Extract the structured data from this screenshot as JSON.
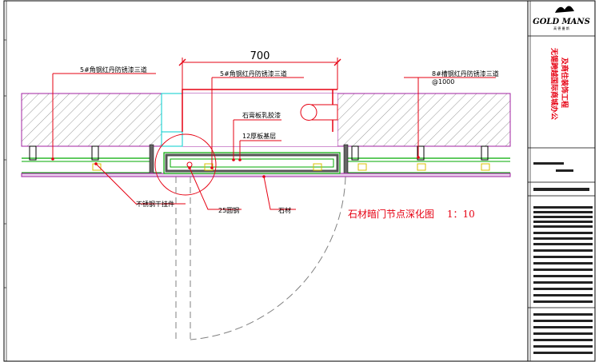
{
  "dimension": {
    "value": "700"
  },
  "labels": {
    "angle_steel_left": "5#角钢红丹防锈漆三道",
    "angle_steel_center": "5#角钢红丹防锈漆三道",
    "angle_steel_right": "8#槽钢红丹防锈漆三道",
    "spacing_right": "@1000",
    "stone_glue": "石膏板乳胶漆",
    "base_layer": "12厚板基层",
    "stainless_fitting": "不锈钢干挂件",
    "round_steel": "25圆钢",
    "stone": "石材"
  },
  "drawing_title": "石材暗门节点深化图",
  "scale": "1：10",
  "title_block": {
    "brand": "GOLD MANS",
    "brand_sub": "高 德 曼 斯",
    "project_name_line1": "无锡跨越国际商城办公",
    "project_name_line2": "及商住装饰工程"
  },
  "colors": {
    "hatch": "#a020a0",
    "steel": "#00aa00",
    "leader": "#e60012",
    "dimension": "#e60012",
    "outline": "#000000",
    "door_swing": "#808080",
    "cyan": "#00cccc"
  }
}
